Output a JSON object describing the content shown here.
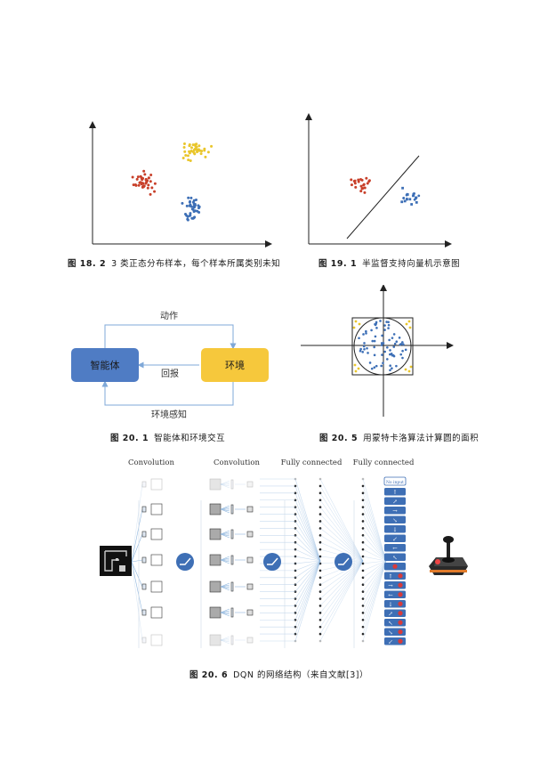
{
  "captions": {
    "fig18_2": {
      "num": "图 18. 2",
      "text": "3 类正态分布样本，每个样本所属类别未知"
    },
    "fig19_1": {
      "num": "图 19. 1",
      "text": "半监督支持向量机示意图"
    },
    "fig20_1": {
      "num": "图 20. 1",
      "text": "智能体和环境交互"
    },
    "fig20_5": {
      "num": "图 20. 5",
      "text": "用蒙特卡洛算法计算圆的面积"
    },
    "fig20_6": {
      "num": "图 20. 6",
      "text": "DQN 的网络结构（来自文献[3]）"
    }
  },
  "agent_env": {
    "agent": "智能体",
    "env": "环境",
    "action": "动作",
    "reward": "回报",
    "perception": "环境感知",
    "colors": {
      "agent": "#4f7cc4",
      "env": "#f6c83c",
      "arrow": "#7fa8d8"
    }
  },
  "dqn": {
    "layer_labels": [
      "Convolution",
      "Convolution",
      "Fully connected",
      "Fully connected"
    ],
    "no_input": "No input",
    "action_icons": [
      "arrow-up",
      "arrow-up-right",
      "arrow-right",
      "arrow-down-right",
      "arrow-down",
      "arrow-down-left",
      "arrow-left",
      "arrow-up-left",
      "fire",
      "arrow-up-fire",
      "arrow-right-fire",
      "arrow-left-fire",
      "arrow-down-fire",
      "arrow-up-right-fire",
      "arrow-up-left-fire",
      "arrow-down-right-fire",
      "arrow-down-left-fire"
    ],
    "colors": {
      "node": "#222222",
      "line": "#8fb6de",
      "action_bg": "#3e6fb5",
      "fire": "#d93a3a"
    }
  },
  "colors": {
    "red": "#c8402a",
    "yellow": "#e9c62c",
    "blue": "#3d6fb6"
  }
}
